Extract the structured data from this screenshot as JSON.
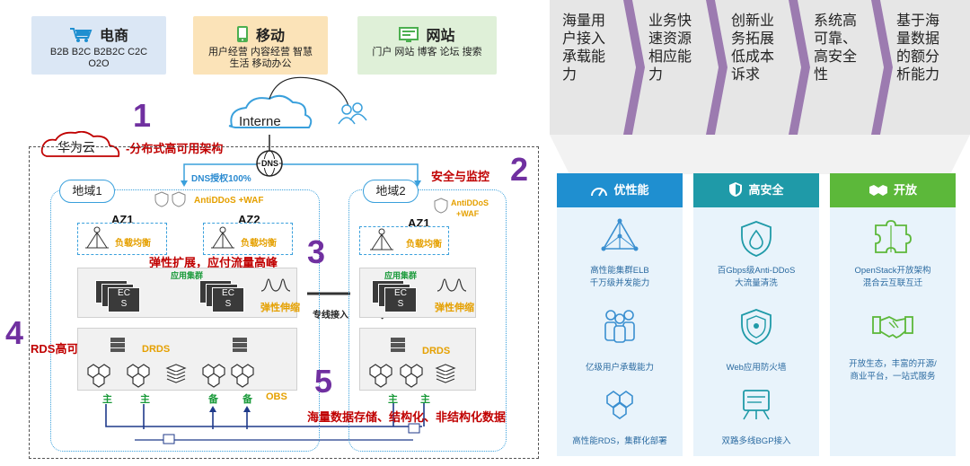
{
  "top_boxes": [
    {
      "title": "电商",
      "subtitle_line1": "B2B B2C B2B2C C2C",
      "subtitle_line2": "O2O",
      "bg": "#dbe7f5",
      "icon": "cart-icon"
    },
    {
      "title": "移动",
      "subtitle_line1": "用户经营 内容经营 智慧",
      "subtitle_line2": "生活 移动办公",
      "bg": "#fbe3b8",
      "icon": "phone-icon"
    },
    {
      "title": "网站",
      "subtitle_line1": "门户 网站 博客 论坛 搜索",
      "subtitle_line2": "",
      "bg": "#dff0d8",
      "icon": "monitor-icon"
    }
  ],
  "arch": {
    "internet_label": "Interne",
    "dns_label": "DNS",
    "huawei_cloud": "华为云",
    "huawei_cloud_caption": "-分布式高可用架构",
    "dns_auth": "DNS授权100%",
    "security_caption": "安全与监控",
    "region1": "地域1",
    "region2": "地域2",
    "antiddos": "AntiDDoS +WAF",
    "antiddos2_line1": "AntiDDoS",
    "antiddos2_line2": "+WAF",
    "az1": "AZ1",
    "az2": "AZ2",
    "az1_r2": "AZ1",
    "lb": "负载均衡",
    "elastic_caption": "弹性扩展，应付流量高峰",
    "app_cluster": "应用集群",
    "ecs_line1": "EC",
    "ecs_line2": "S",
    "elastic": "弹性伸缩",
    "dedicated": "专线接入",
    "rds_caption": "RDS高可用",
    "drds": "DRDS",
    "primary": "主",
    "standby": "备",
    "obs": "OBS",
    "storage_caption": "海量数据存储、结构化、非结构化数据",
    "numbers": [
      "1",
      "2",
      "3",
      "4",
      "5"
    ]
  },
  "chevrons": [
    "海量用户接入承载能力",
    "业务快速资源相应能力",
    "创新业务拓展低成本诉求",
    "系统高可靠、高安全性",
    "基于海量数据的额分析能力"
  ],
  "columns": [
    {
      "header": "优性能",
      "header_color": "#1f8fd0",
      "header_icon": "gauge-icon",
      "features": [
        {
          "line1": "高性能集群ELB",
          "line2": "千万级并发能力",
          "icon": "network-icon"
        },
        {
          "line1": "亿级用户承载能力",
          "line2": "",
          "icon": "users-icon"
        },
        {
          "line1": "高性能RDS，集群化部署",
          "line2": "",
          "icon": "hexagons-icon"
        }
      ]
    },
    {
      "header": "高安全",
      "header_color": "#1f9aa8",
      "header_icon": "shield-icon",
      "features": [
        {
          "line1": "百Gbps级Anti-DDoS",
          "line2": "大流量清洗",
          "icon": "shield-drop-icon"
        },
        {
          "line1": "Web应用防火墙",
          "line2": "",
          "icon": "shield-lock-icon"
        },
        {
          "line1": "双路多线BGP接入",
          "line2": "",
          "icon": "bgp-icon"
        }
      ]
    },
    {
      "header": "开放",
      "header_color": "#5cb83a",
      "header_icon": "handshake-icon",
      "features": [
        {
          "line1": "OpenStack开放架构",
          "line2": "混合云互联互迁",
          "icon": "puzzle-icon"
        },
        {
          "line1": "开放生态，丰富的开源/",
          "line2": "商业平台，一站式服务",
          "icon": "handshake-icon"
        }
      ]
    }
  ]
}
